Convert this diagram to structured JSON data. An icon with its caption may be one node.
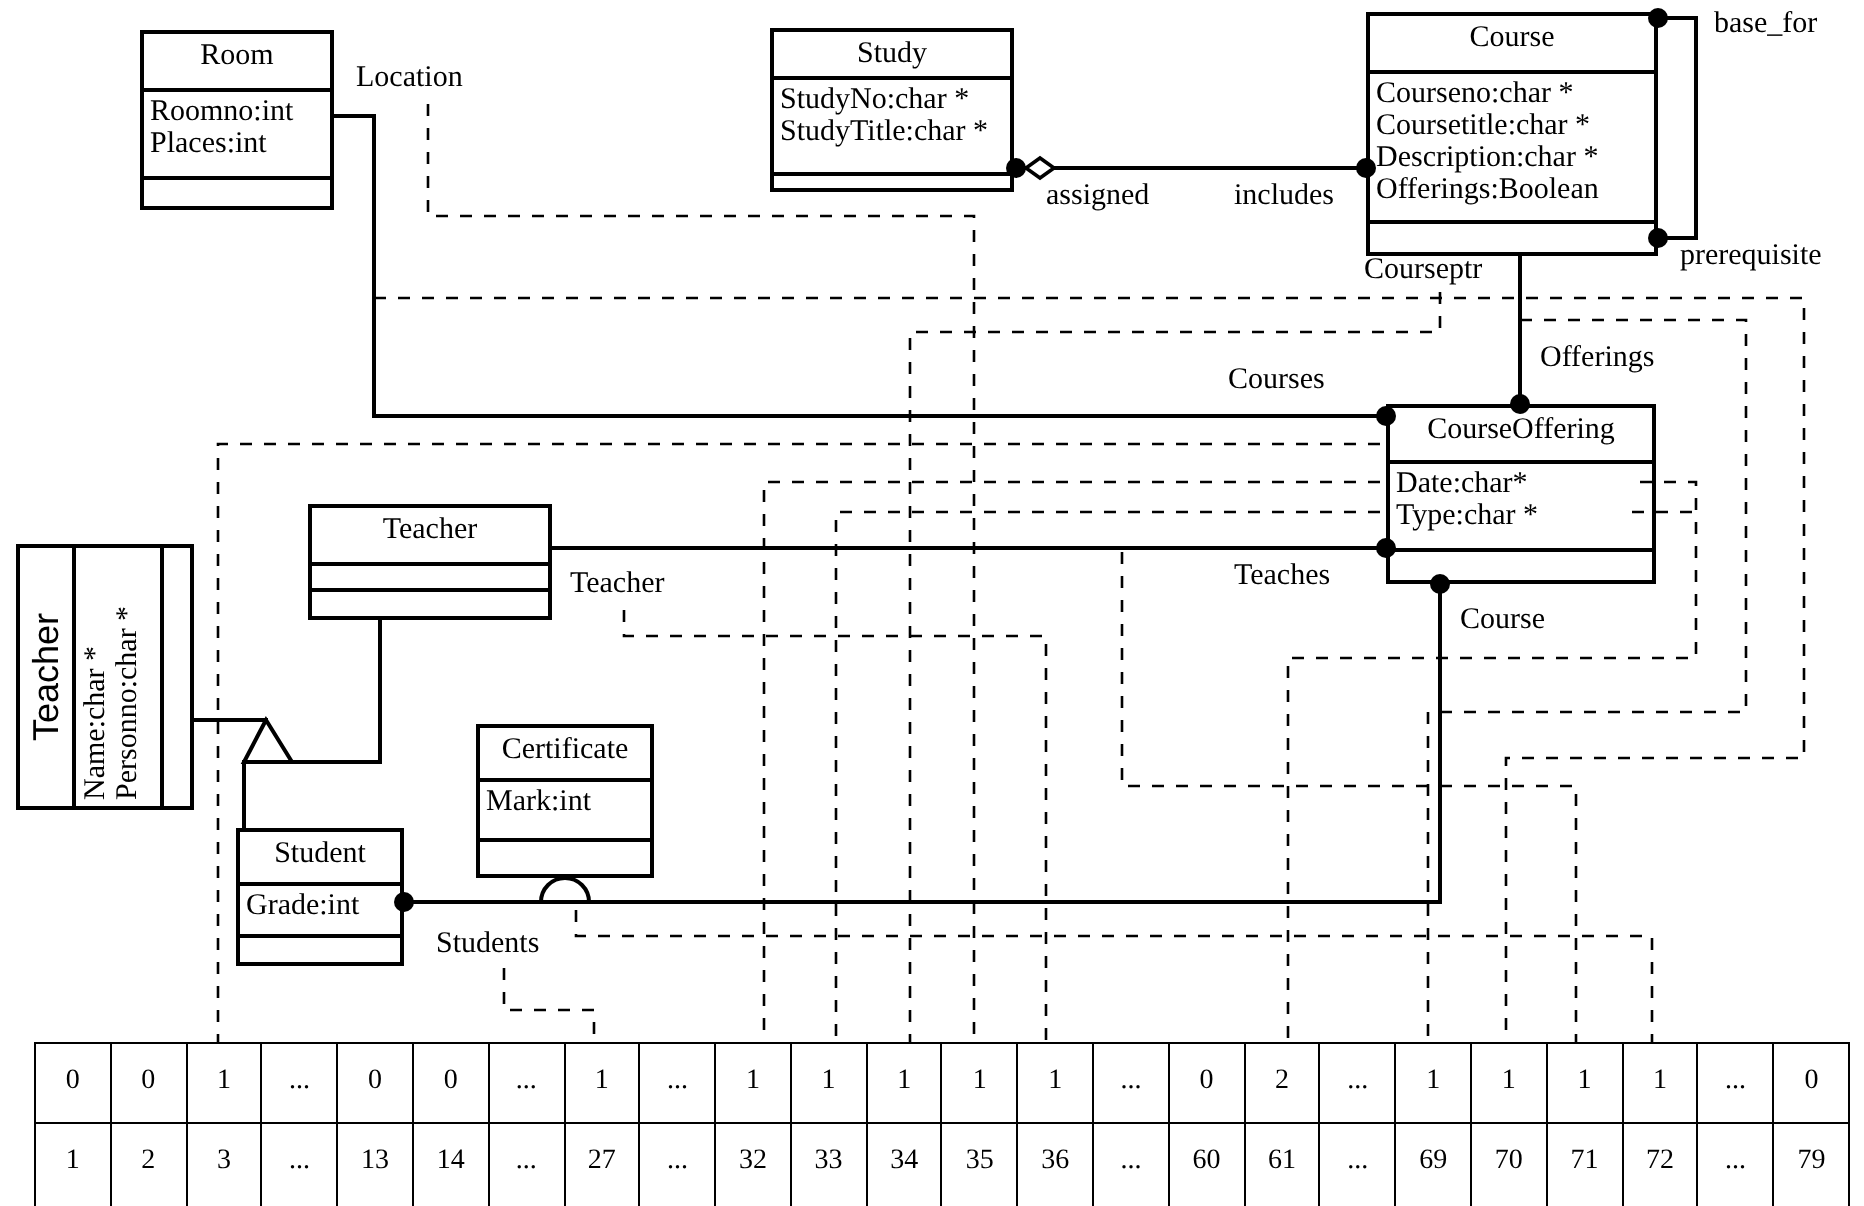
{
  "diagram": {
    "nodes": [
      {
        "text": [
          "Room",
          "Roomno:int Places:int"
        ]
      },
      {
        "text": [
          "Study",
          "StudyNo:char * StudyTitle:char *"
        ]
      },
      {
        "text": [
          "Course",
          "Courseno:char * Coursetitle:char * Description:char * Offerings:Boolean"
        ]
      },
      {
        "text": [
          "CourseOffering",
          "Date:char* Type:char *"
        ]
      },
      {
        "text": [
          "Teacher"
        ]
      },
      {
        "text": [
          "Teacher",
          "Name:char * Personno:char *"
        ]
      },
      {
        "text": [
          "Student",
          "Grade:int"
        ]
      },
      {
        "text": [
          "Certificate",
          "Mark:int"
        ]
      }
    ],
    "edges": [
      {
        "from": 0,
        "to": 3,
        "arrow": "other"
      },
      {
        "from": 1,
        "to": 2,
        "arrow": "other"
      },
      {
        "from": 2,
        "to": 2,
        "arrow": "other"
      },
      {
        "from": 2,
        "to": 3,
        "arrow": "other"
      },
      {
        "from": 4,
        "to": 3,
        "arrow": "other"
      },
      {
        "from": 6,
        "to": 3,
        "arrow": "other"
      },
      {
        "from": 4,
        "to": 5,
        "arrow": "to"
      },
      {
        "from": 6,
        "to": 5,
        "arrow": "to"
      },
      {
        "from": 7,
        "to": null,
        "arrow": "none"
      }
    ],
    "labels": [
      "Location",
      "assigned",
      "includes",
      "base_for",
      "prerequisite",
      "Courseptr",
      "Offerings",
      "Courses",
      "Teacher",
      "Teaches",
      "Course",
      "Students",
      "0",
      "0",
      "1",
      "...",
      "0",
      "0",
      "...",
      "1",
      "...",
      "1",
      "1",
      "1",
      "1",
      "1",
      "...",
      "0",
      "2",
      "...",
      "1",
      "1",
      "1",
      "1",
      "...",
      "0",
      "1",
      "2",
      "3",
      "...",
      "13",
      "14",
      "...",
      "27",
      "...",
      "32",
      "33",
      "34",
      "35",
      "36",
      "...",
      "60",
      "61",
      "...",
      "69",
      "70",
      "71",
      "72",
      "...",
      "79"
    ]
  }
}
